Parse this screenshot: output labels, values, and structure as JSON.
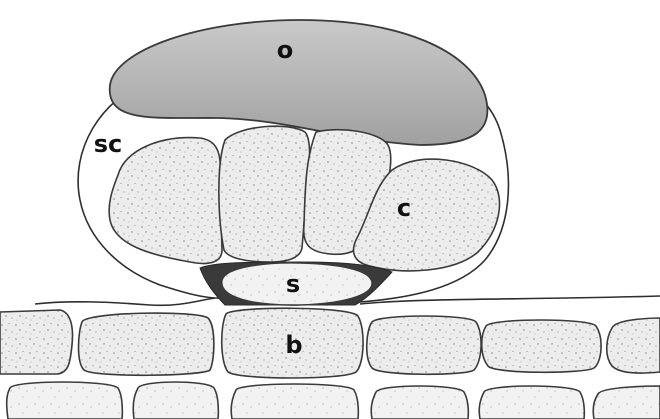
{
  "labels": {
    "oogonium": "o",
    "sheath_cells": "sc",
    "cover_cell": "c",
    "stalk_cell": "s",
    "basal_cell": "b"
  }
}
